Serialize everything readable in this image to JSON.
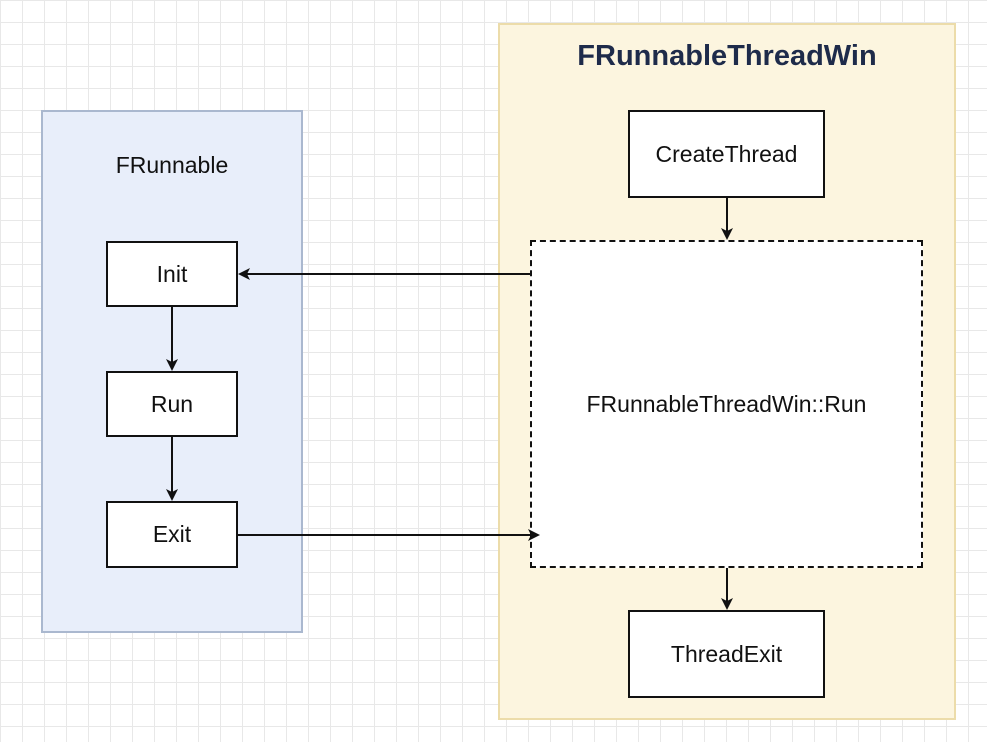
{
  "diagram": {
    "groups": {
      "frunnable": {
        "title": "FRunnable"
      },
      "thread": {
        "title": "FRunnableThreadWin"
      }
    },
    "nodes": {
      "init": "Init",
      "run": "Run",
      "exit": "Exit",
      "create_thread": "CreateThread",
      "thread_run": "FRunnableThreadWin::Run",
      "thread_exit": "ThreadExit"
    },
    "edges": [
      {
        "from": "Init",
        "to": "Run"
      },
      {
        "from": "Run",
        "to": "Exit"
      },
      {
        "from": "CreateThread",
        "to": "FRunnableThreadWin::Run"
      },
      {
        "from": "FRunnableThreadWin::Run",
        "to": "ThreadExit"
      },
      {
        "from": "FRunnableThreadWin::Run",
        "to": "Init"
      },
      {
        "from": "Exit",
        "to": "FRunnableThreadWin::Run"
      }
    ],
    "colors": {
      "frunnable_fill": "#e8eefa",
      "frunnable_border": "#aab8cf",
      "thread_fill": "#fcf5df",
      "thread_border": "#ecdcaa",
      "thread_title": "#1e2b4a",
      "line": "#111111"
    }
  }
}
